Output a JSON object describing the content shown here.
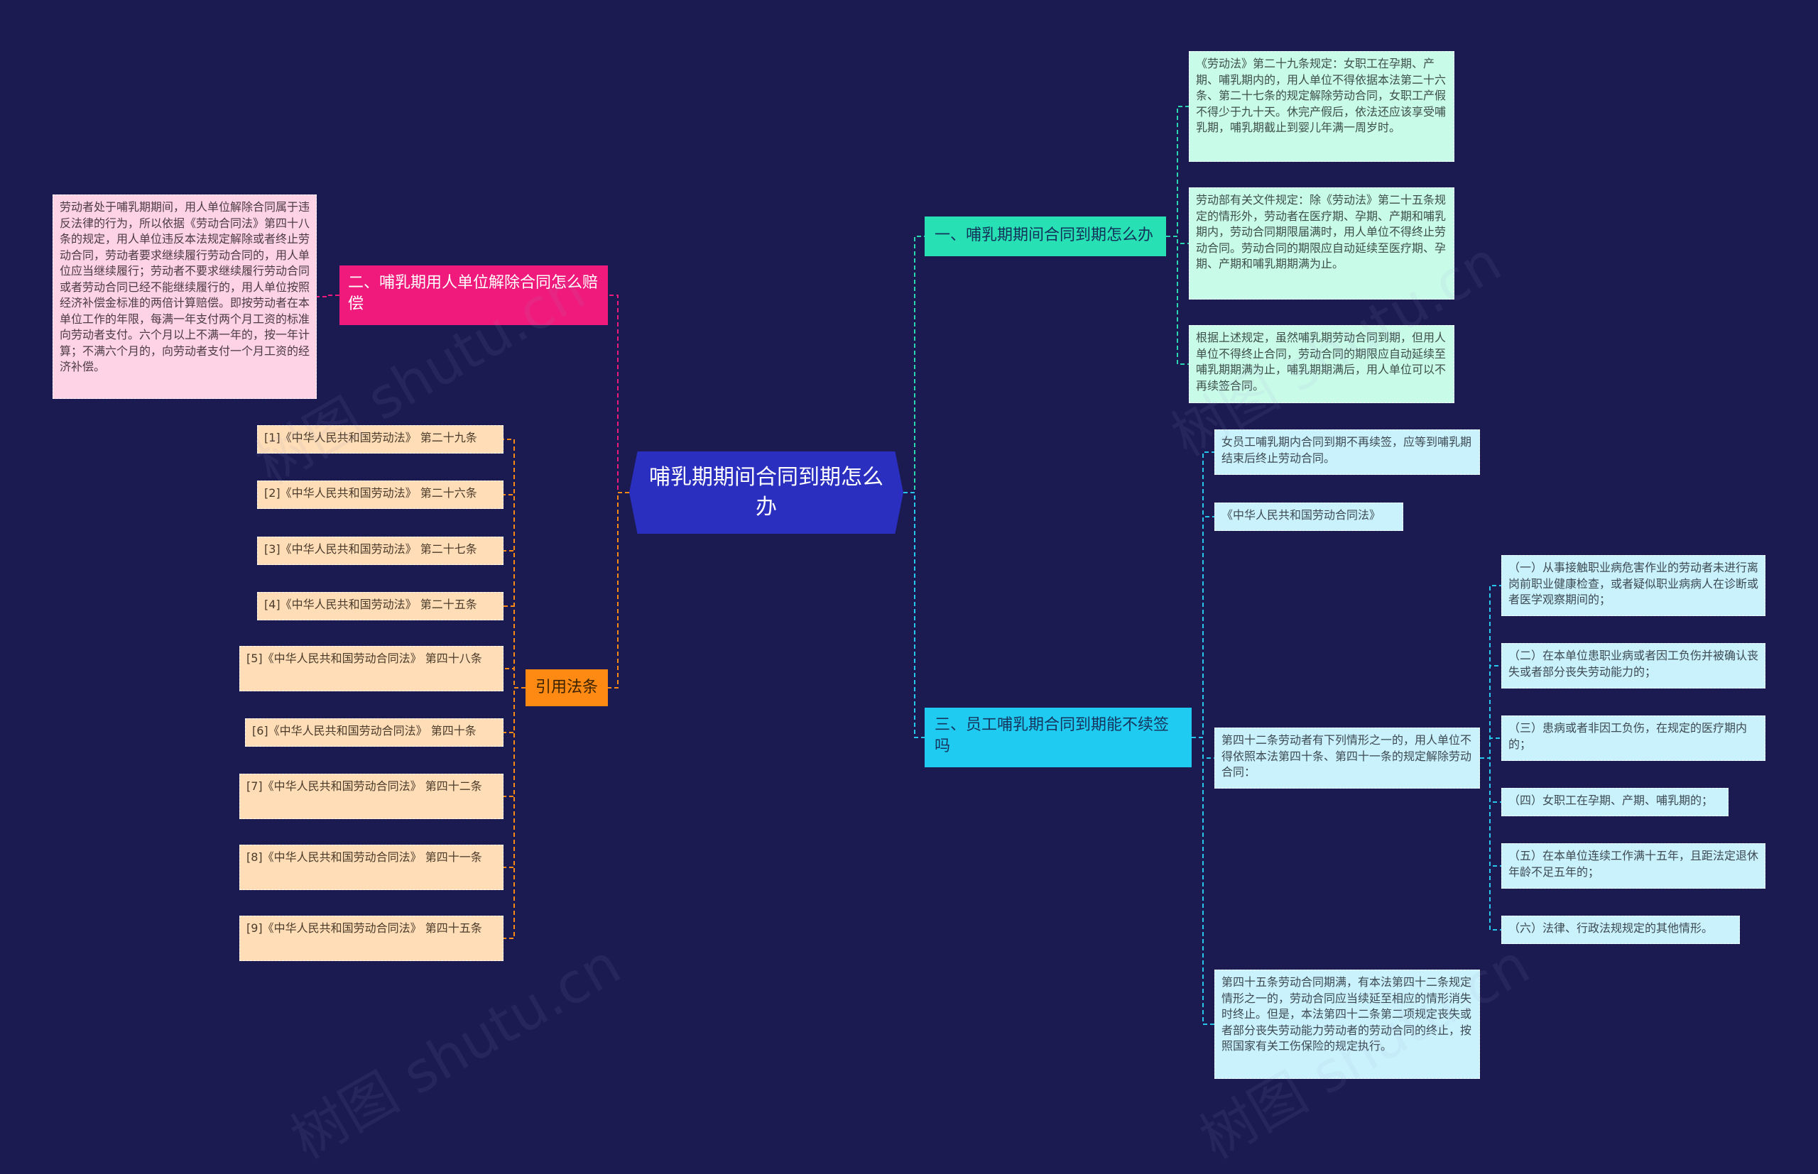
{
  "central": "哺乳期期间合同到期怎么办",
  "branch1": {
    "title": "一、哺乳期期间合同到期怎么办",
    "leaves": [
      "《劳动法》第二十九条规定：女职工在孕期、产期、哺乳期内的，用人单位不得依据本法第二十六条、第二十七条的规定解除劳动合同，女职工产假不得少于九十天。休完产假后，依法还应该享受哺乳期，哺乳期截止到婴儿年满一周岁时。",
      "劳动部有关文件规定：除《劳动法》第二十五条规定的情形外，劳动者在医疗期、孕期、产期和哺乳期内，劳动合同期限届满时，用人单位不得终止劳动合同。劳动合同的期限应自动延续至医疗期、孕期、产期和哺乳期期满为止。",
      "根据上述规定，虽然哺乳期劳动合同到期，但用人单位不得终止合同，劳动合同的期限应自动延续至哺乳期期满为止，哺乳期期满后，用人单位可以不再续签合同。"
    ]
  },
  "branch2": {
    "title": "二、哺乳期用人单位解除合同怎么赔偿",
    "leaf": "劳动者处于哺乳期期间，用人单位解除合同属于违反法律的行为，所以依据《劳动合同法》第四十八条的规定，用人单位违反本法规定解除或者终止劳动合同，劳动者要求继续履行劳动合同的，用人单位应当继续履行；劳动者不要求继续履行劳动合同或者劳动合同已经不能继续履行的，用人单位按照经济补偿金标准的两倍计算赔偿。即按劳动者在本单位工作的年限，每满一年支付两个月工资的标准向劳动者支付。六个月以上不满一年的，按一年计算；不满六个月的，向劳动者支付一个月工资的经济补偿。"
  },
  "branch3": {
    "title": "三、员工哺乳期合同到期能不续签吗",
    "leaves": [
      "女员工哺乳期内合同到期不再续签，应等到哺乳期结束后终止劳动合同。",
      "《中华人民共和国劳动合同法》",
      "第四十二条劳动者有下列情形之一的，用人单位不得依照本法第四十条、第四十一条的规定解除劳动合同：",
      "第四十五条劳动合同期满，有本法第四十二条规定情形之一的，劳动合同应当续延至相应的情形消失时终止。但是，本法第四十二条第二项规定丧失或者部分丧失劳动能力劳动者的劳动合同的终止，按照国家有关工伤保险的规定执行。"
    ],
    "sub": [
      "（一）从事接触职业病危害作业的劳动者未进行离岗前职业健康检查，或者疑似职业病病人在诊断或者医学观察期间的；",
      "（二）在本单位患职业病或者因工负伤并被确认丧失或者部分丧失劳动能力的；",
      "（三）患病或者非因工负伤，在规定的医疗期内的；",
      "（四）女职工在孕期、产期、哺乳期的；",
      "（五）在本单位连续工作满十五年，且距法定退休年龄不足五年的；",
      "（六）法律、行政法规规定的其他情形。"
    ]
  },
  "references": {
    "title": "引用法条",
    "items": [
      "[1]《中华人民共和国劳动法》 第二十九条",
      "[2]《中华人民共和国劳动法》 第二十六条",
      "[3]《中华人民共和国劳动法》 第二十七条",
      "[4]《中华人民共和国劳动法》 第二十五条",
      "[5]《中华人民共和国劳动合同法》 第四十八条",
      "[6]《中华人民共和国劳动合同法》 第四十条",
      "[7]《中华人民共和国劳动合同法》 第四十二条",
      "[8]《中华人民共和国劳动合同法》 第四十一条",
      "[9]《中华人民共和国劳动合同法》 第四十五条"
    ]
  },
  "watermark": "树图 shutu.cn",
  "colors": {
    "background": "#1b1b52",
    "central": "#2a2fc0",
    "branch1": "#27e0b4",
    "branch2": "#ef1a7c",
    "branch3": "#1fcbf0",
    "references": "#ff8a13"
  }
}
